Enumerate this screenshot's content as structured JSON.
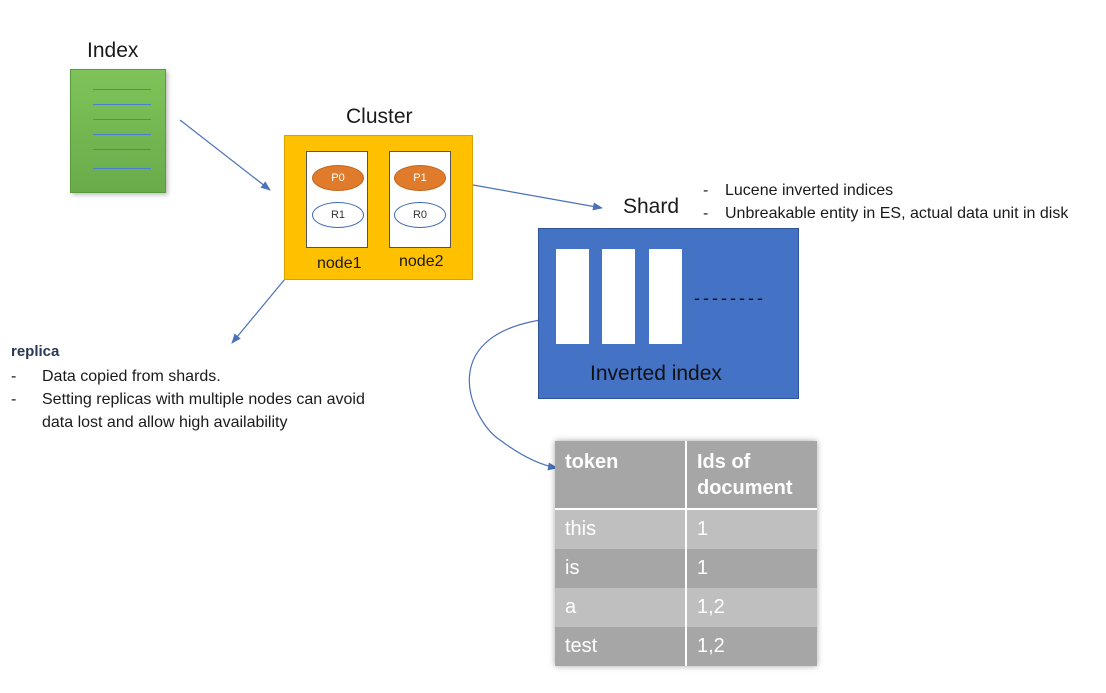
{
  "index": {
    "title": "Index"
  },
  "cluster": {
    "title": "Cluster",
    "nodes": [
      {
        "label": "node1",
        "primary": "P0",
        "replica": "R1"
      },
      {
        "label": "node2",
        "primary": "P1",
        "replica": "R0"
      }
    ]
  },
  "shard": {
    "title": "Shard",
    "notes": [
      {
        "dash": "-",
        "text": "Lucene inverted indices"
      },
      {
        "dash": "-",
        "text": "Unbreakable entity in ES, actual data unit in disk"
      }
    ],
    "dashes": "--------",
    "inverted_label": "Inverted index"
  },
  "replica": {
    "heading": "replica",
    "notes": [
      {
        "dash": "-",
        "text": "Data copied from shards."
      },
      {
        "dash": "-",
        "text": "Setting replicas with multiple nodes can avoid data lost and allow high availability"
      }
    ]
  },
  "table": {
    "headers": [
      "token",
      "Ids of document"
    ],
    "rows": [
      [
        "this",
        "1"
      ],
      [
        "is",
        "1"
      ],
      [
        "a",
        "1,2"
      ],
      [
        "test",
        "1,2"
      ]
    ]
  },
  "colors": {
    "index_green": "#70ad47",
    "cluster_yellow": "#ffc000",
    "primary_orange": "#e07b2c",
    "shard_blue": "#4472c4",
    "table_gray": "#a6a6a6",
    "arrow_blue": "#4a72b8"
  }
}
